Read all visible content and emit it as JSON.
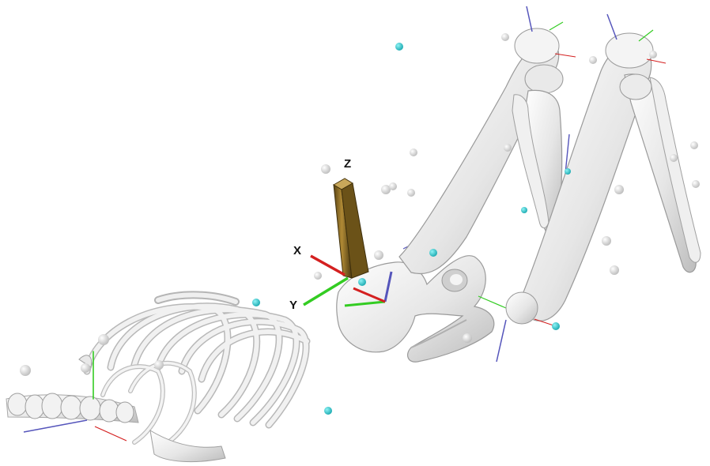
{
  "viewport": {
    "background": "#ffffff",
    "bone_color": "#ececec",
    "bone_shade": "#b9b9b9",
    "marker_color": "#2ec4c9",
    "virtual_marker_color": "#d6d6d6",
    "tool_color": "#8a6a1e"
  },
  "coordinate_frame": {
    "x_label": "X",
    "y_label": "Y",
    "z_label": "Z",
    "x_color": "#d42020",
    "y_color": "#33cc22",
    "z_color": "#5555bb"
  },
  "scene_objects": [
    "ribcage",
    "vertebral-column",
    "pelvis",
    "left-femur",
    "left-tibia",
    "right-femur",
    "right-tibia",
    "pointer-tool"
  ]
}
